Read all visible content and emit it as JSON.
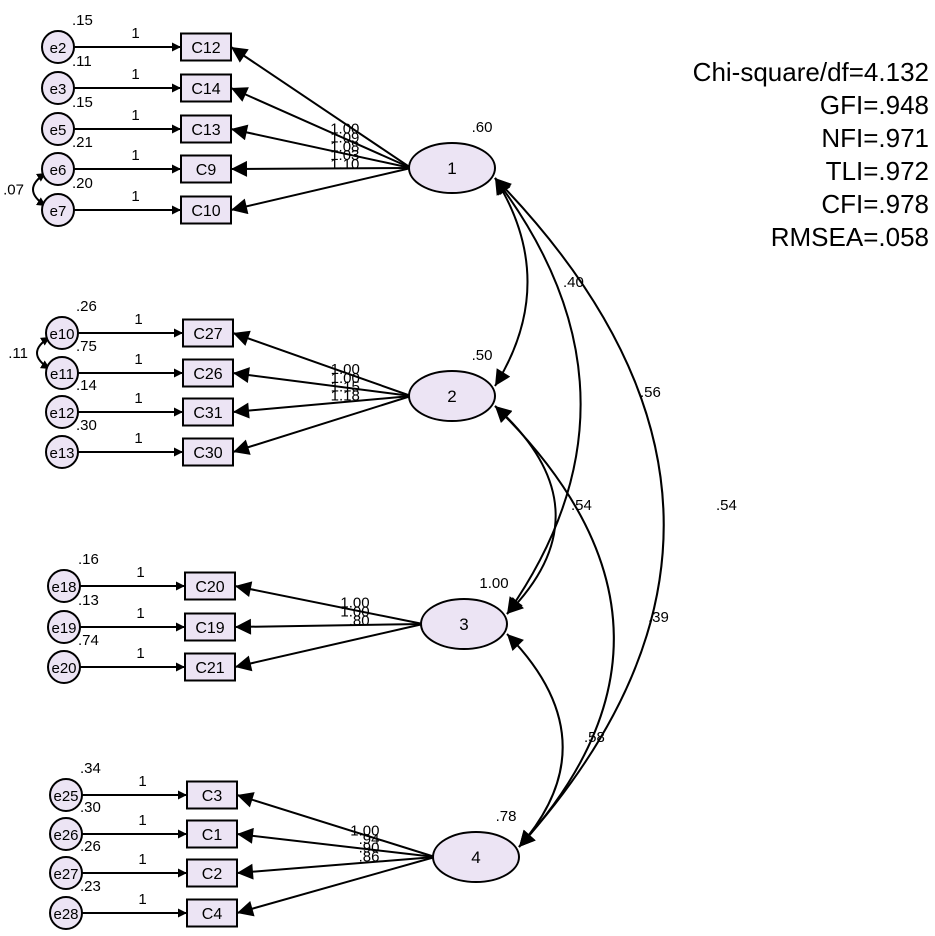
{
  "latents": [
    {
      "id": "1",
      "label": "1",
      "variance": ".60"
    },
    {
      "id": "2",
      "label": "2",
      "variance": ".50"
    },
    {
      "id": "3",
      "label": "3",
      "variance": "1.00"
    },
    {
      "id": "4",
      "label": "4",
      "variance": ".78"
    }
  ],
  "errors": [
    {
      "id": "e2",
      "label": "e2",
      "variance": ".15"
    },
    {
      "id": "e3",
      "label": "e3",
      "variance": ".11"
    },
    {
      "id": "e5",
      "label": "e5",
      "variance": ".15"
    },
    {
      "id": "e6",
      "label": "e6",
      "variance": ".21"
    },
    {
      "id": "e7",
      "label": "e7",
      "variance": ".20"
    },
    {
      "id": "e10",
      "label": "e10",
      "variance": ".26"
    },
    {
      "id": "e11",
      "label": "e11",
      "variance": ".75"
    },
    {
      "id": "e12",
      "label": "e12",
      "variance": ".14"
    },
    {
      "id": "e13",
      "label": "e13",
      "variance": ".30"
    },
    {
      "id": "e18",
      "label": "e18",
      "variance": ".16"
    },
    {
      "id": "e19",
      "label": "e19",
      "variance": ".13"
    },
    {
      "id": "e20",
      "label": "e20",
      "variance": ".74"
    },
    {
      "id": "e25",
      "label": "e25",
      "variance": ".34"
    },
    {
      "id": "e26",
      "label": "e26",
      "variance": ".30"
    },
    {
      "id": "e27",
      "label": "e27",
      "variance": ".26"
    },
    {
      "id": "e28",
      "label": "e28",
      "variance": ".23"
    }
  ],
  "indicators": [
    {
      "id": "C12",
      "label": "C12",
      "factor": "1",
      "error": "e2",
      "error_path": "1",
      "loading": "1.00"
    },
    {
      "id": "C14",
      "label": "C14",
      "factor": "1",
      "error": "e3",
      "error_path": "1",
      "loading": "1.09"
    },
    {
      "id": "C13",
      "label": "C13",
      "factor": "1",
      "error": "e5",
      "error_path": "1",
      "loading": "1.08"
    },
    {
      "id": "C9",
      "label": "C9",
      "factor": "1",
      "error": "e6",
      "error_path": "1",
      "loading": "1.03"
    },
    {
      "id": "C10",
      "label": "C10",
      "factor": "1",
      "error": "e7",
      "error_path": "1",
      "loading": "1.10"
    },
    {
      "id": "C27",
      "label": "C27",
      "factor": "2",
      "error": "e10",
      "error_path": "1",
      "loading": "1.00"
    },
    {
      "id": "C26",
      "label": "C26",
      "factor": "2",
      "error": "e11",
      "error_path": "1",
      "loading": "1.00"
    },
    {
      "id": "C31",
      "label": "C31",
      "factor": "2",
      "error": "e12",
      "error_path": "1",
      "loading": "1.15"
    },
    {
      "id": "C30",
      "label": "C30",
      "factor": "2",
      "error": "e13",
      "error_path": "1",
      "loading": "1.18"
    },
    {
      "id": "C20",
      "label": "C20",
      "factor": "3",
      "error": "e18",
      "error_path": "1",
      "loading": "1.00"
    },
    {
      "id": "C19",
      "label": "C19",
      "factor": "3",
      "error": "e19",
      "error_path": "1",
      "loading": "1.00"
    },
    {
      "id": "C21",
      "label": "C21",
      "factor": "3",
      "error": "e20",
      "error_path": "1",
      "loading": ".80"
    },
    {
      "id": "C3",
      "label": "C3",
      "factor": "4",
      "error": "e25",
      "error_path": "1",
      "loading": "1.00"
    },
    {
      "id": "C1",
      "label": "C1",
      "factor": "4",
      "error": "e26",
      "error_path": "1",
      "loading": ".94"
    },
    {
      "id": "C2",
      "label": "C2",
      "factor": "4",
      "error": "e27",
      "error_path": "1",
      "loading": ".90"
    },
    {
      "id": "C4",
      "label": "C4",
      "factor": "4",
      "error": "e28",
      "error_path": "1",
      "loading": ".86"
    }
  ],
  "factor_covariances": [
    {
      "from": "1",
      "to": "2",
      "value": ".40"
    },
    {
      "from": "1",
      "to": "3",
      "value": ".56"
    },
    {
      "from": "1",
      "to": "4",
      "value": ".54"
    },
    {
      "from": "2",
      "to": "3",
      "value": ".54"
    },
    {
      "from": "2",
      "to": "4",
      "value": ".39"
    },
    {
      "from": "3",
      "to": "4",
      "value": ".58"
    }
  ],
  "error_covariances": [
    {
      "from": "e6",
      "to": "e7",
      "value": ".07"
    },
    {
      "from": "e10",
      "to": "e11",
      "value": ".11"
    }
  ],
  "fit_indices": [
    "Chi-square/df=4.132",
    "GFI=.948",
    "NFI=.971",
    "TLI=.972",
    "CFI=.978",
    "RMSEA=.058"
  ],
  "colors": {
    "node_fill": "#ece4f4",
    "stroke": "#000000",
    "background": "#ffffff"
  }
}
